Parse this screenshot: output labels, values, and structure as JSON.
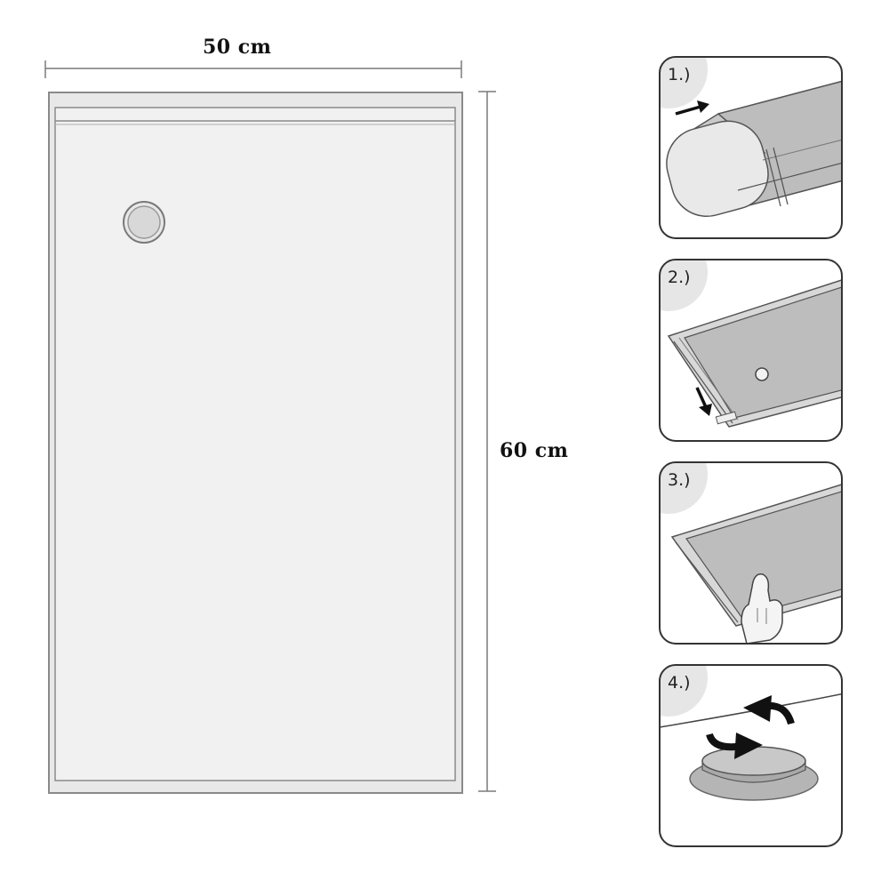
{
  "dimensions": {
    "width_label": "50 cm",
    "height_label": "60 cm"
  },
  "steps": [
    {
      "label": "1.)"
    },
    {
      "label": "2.)"
    },
    {
      "label": "3.)"
    },
    {
      "label": "4.)"
    }
  ],
  "colors": {
    "bag_fill": "#efefef",
    "bag_stroke": "#8a8a8a",
    "panel_gray": "#bdbdbd",
    "step_badge": "#e6e6e6"
  }
}
